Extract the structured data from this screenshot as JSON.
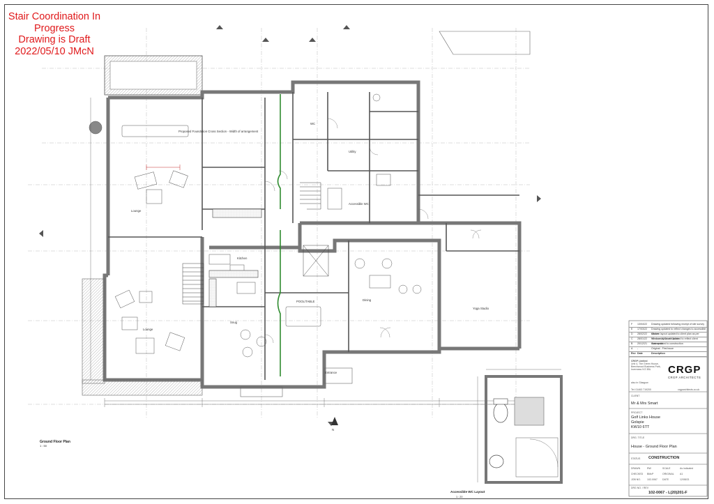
{
  "draft_stamp": {
    "line1": "Stair Coordination In",
    "line2": "Progress",
    "line3": "Drawing is Draft",
    "line4": "2022/05/10 JMcN"
  },
  "plan": {
    "title": "Ground Floor Plan",
    "scale": "1 : 50",
    "wc_layout_title": "Accessible WC Layout",
    "wc_layout_scale": "1 : 20",
    "room_labels": {
      "garden_room": "Proposed Foundation Cross Section - Width of arrangement",
      "wc": "WC",
      "utility": "Utility",
      "lounge": "Lounge",
      "kitchen": "Kitchen",
      "dining": "Dining",
      "snug": "Snug",
      "wcs": "Accessible WC",
      "yoga": "Yoga Studio",
      "pool": "POOL/TABLE",
      "entrance": "Entrance"
    },
    "north_label": "N"
  },
  "title_block": {
    "revisions": [
      {
        "rev": "F",
        "date": "13/04/22",
        "desc": "Drawing updated following receipt of site survey"
      },
      {
        "rev": "E",
        "date": "17/03/22",
        "desc": "Drawing updated to reflect changes to accessible shower"
      },
      {
        "rev": "D",
        "date": "28/02/22",
        "desc": "Kitchen layout updated to client plan as per Window layout of Kitchen"
      },
      {
        "rev": "C",
        "date": "28/01/22",
        "desc": "Windows & Doors updated to reflect client comments"
      },
      {
        "rev": "B",
        "date": "20/12/21",
        "desc": "Stair updated to construction"
      },
      {
        "rev": "A",
        "date": "-",
        "desc": "Original - First issue"
      }
    ],
    "rev_headers": {
      "rev": "Rev",
      "date": "Date",
      "desc": "Description"
    },
    "company": "CRGP Limited",
    "address": "Unit 4, The Green House, Beechwood Business Park, Inverness IV2 3BL",
    "office": "also in Glasgow",
    "tel": "Tel: 01463 719200",
    "web": "crgparchitects.co.uk",
    "logo_text": "CRGP",
    "logo_sub": "CRGP ARCHITECTS",
    "client_label": "CLIENT",
    "client": "Mr & Mrs Smart",
    "project_label": "PROJECT",
    "project_line1": "Golf Links House",
    "project_line2": "Golspie",
    "project_line3": "KW10 6TT",
    "dwg_title_label": "DRG. TITLE",
    "dwg_title": "House - Ground Floor Plan",
    "status_label": "STATUS",
    "status": "CONSTRUCTION",
    "drawn_label": "DRAWN",
    "drawn": "RW",
    "scale_label": "SCALE",
    "scale": "As indicated",
    "checked_label": "CHECKED",
    "checked": "BMcP",
    "original_label": "ORIGINAL",
    "original": "A1",
    "job_label": "JOB NO.",
    "job": "102-0067",
    "date_label": "DATE",
    "date": "12/08/21",
    "dwg_no_label": "DRG NO. / REV",
    "dwg_no": "102-0067 - L(20)201-F"
  },
  "colors": {
    "draft_red": "#e0191b",
    "stair_green": "#2e8b2e",
    "wall_grey": "#9a9a9a",
    "line": "#333333"
  }
}
